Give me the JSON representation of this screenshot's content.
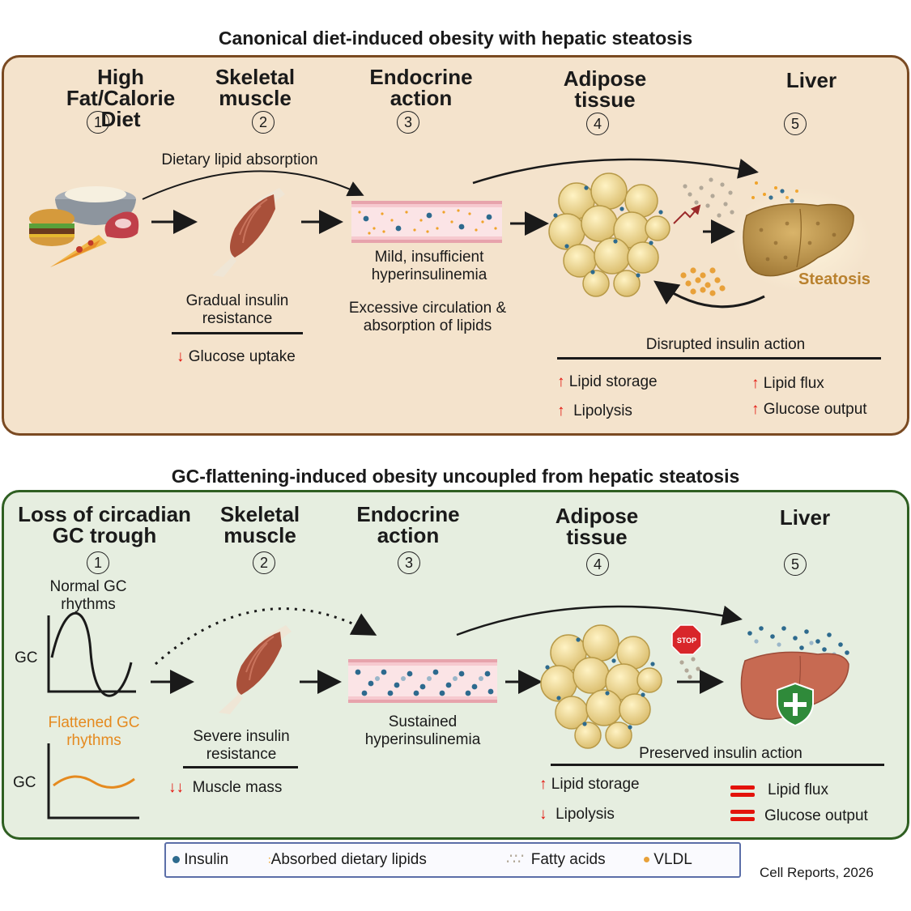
{
  "top": {
    "title": "Canonical diet-induced obesity with hepatic steatosis",
    "steps": [
      {
        "title": "High Fat/Calorie Diet",
        "num": "1"
      },
      {
        "title": "Skeletal muscle",
        "num": "2"
      },
      {
        "title": "Endocrine action",
        "num": "3"
      },
      {
        "title": "Adipose tissue",
        "num": "4"
      },
      {
        "title": "Liver",
        "num": "5"
      }
    ],
    "arrow_label": "Dietary lipid absorption",
    "muscle_label": "Gradual insulin resistance",
    "muscle_effect": "Glucose uptake",
    "endocrine_label_1": "Mild, insufficient hyperinsulinemia",
    "endocrine_label_2": "Excessive circulation & absorption of lipids",
    "liver_label": "Steatosis",
    "adipose_header": "Disrupted insulin action",
    "effects": [
      "Lipid storage",
      "Lipolysis",
      "Lipid flux",
      "Glucose output"
    ]
  },
  "bottom": {
    "title": "GC-flattening-induced obesity uncoupled from hepatic steatosis",
    "steps": [
      {
        "title": "Loss of circadian GC trough",
        "num": "1"
      },
      {
        "title": "Skeletal muscle",
        "num": "2"
      },
      {
        "title": "Endocrine action",
        "num": "3"
      },
      {
        "title": "Adipose tissue",
        "num": "4"
      },
      {
        "title": "Liver",
        "num": "5"
      }
    ],
    "normal_label": "Normal GC rhythms",
    "flat_label": "Flattened GC rhythms",
    "axis_label": "GC",
    "muscle_label": "Severe insulin resistance",
    "muscle_effect": "Muscle mass",
    "endocrine_label": "Sustained hyperinsulinemia",
    "stop_text": "STOP",
    "adipose_header": "Preserved insulin action",
    "effects": [
      "Lipid storage",
      "Lipolysis",
      "Lipid flux",
      "Glucose output"
    ]
  },
  "legend": [
    "Insulin",
    "Absorbed dietary lipids",
    "Fatty acids",
    "VLDL"
  ],
  "source": "Cell Reports, 2026",
  "colors": {
    "top_bg": "#f4e3cc",
    "top_border": "#7a4a22",
    "bottom_bg": "#e6eee0",
    "bottom_border": "#2f5f22",
    "arrow_red": "#e3120b",
    "flat_orange": "#e58a1f",
    "steatosis": "#b9812e"
  }
}
